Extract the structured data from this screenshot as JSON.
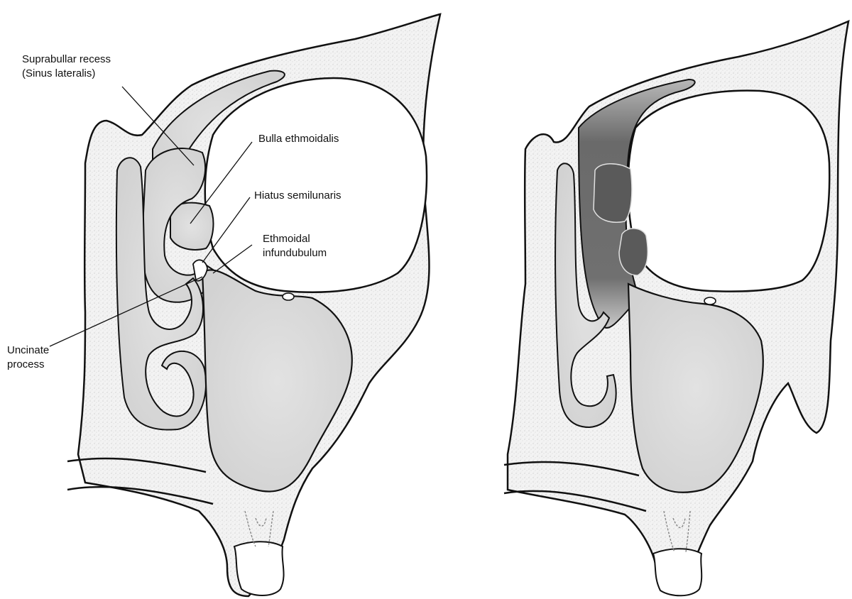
{
  "labels": {
    "suprabullar_line1": "Suprabullar recess",
    "suprabullar_line2": "(Sinus lateralis)",
    "bulla": "Bulla ethmoidalis",
    "hiatus": "Hiatus semilunaris",
    "infundibulum_line1": "Ethmoidal",
    "infundibulum_line2": "infundubulum",
    "uncinate_line1": "Uncinate",
    "uncinate_line2": "process"
  },
  "colors": {
    "ink": "#111111",
    "bone": "#efefef",
    "cavity": "#dcdcdc",
    "highlight": "#6e6e6e"
  }
}
